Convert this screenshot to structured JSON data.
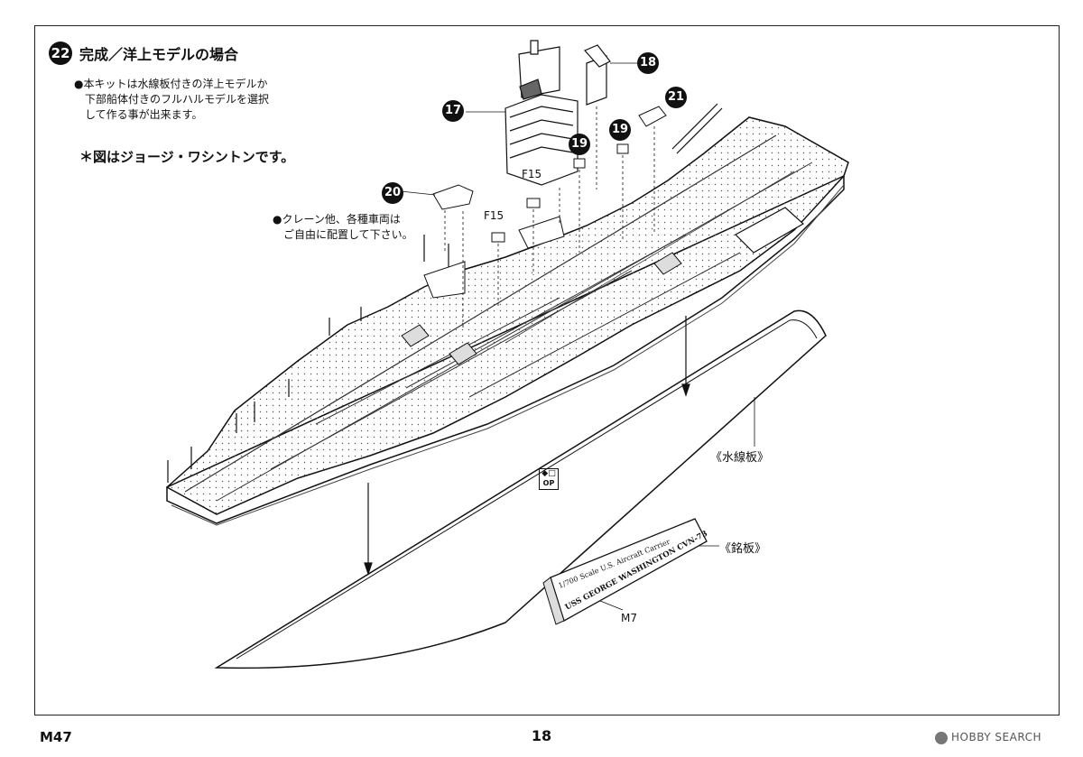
{
  "step": {
    "number": "22",
    "title": "完成／洋上モデルの場合"
  },
  "notes": {
    "kit_note": [
      "●本キットは水線板付きの洋上モデルか",
      "下部船体付きのフルハルモデルを選択",
      "して作る事が出来ます。"
    ],
    "figure_note": "＊図はジョージ・ワシントンです。",
    "vehicle_note": [
      "●クレーン他、各種車両は",
      "ご自由に配置して下さい。"
    ]
  },
  "callouts": {
    "c17": "17",
    "c18": "18",
    "c19a": "19",
    "c19b": "19",
    "c20": "20",
    "c21": "21"
  },
  "part_labels": {
    "f15a": "F15",
    "f15b": "F15",
    "m7": "M7"
  },
  "component_labels": {
    "waterline": "《水線板》",
    "nameplate": "《銘板》"
  },
  "nameplate": {
    "line1": "1/700 Scale U.S. Aircraft Carrier",
    "line2": "USS GEORGE WASHINGTON CVN-73"
  },
  "op_mark": "OP",
  "footer": {
    "left": "M47",
    "page": "18",
    "watermark": "HOBBY SEARCH"
  }
}
